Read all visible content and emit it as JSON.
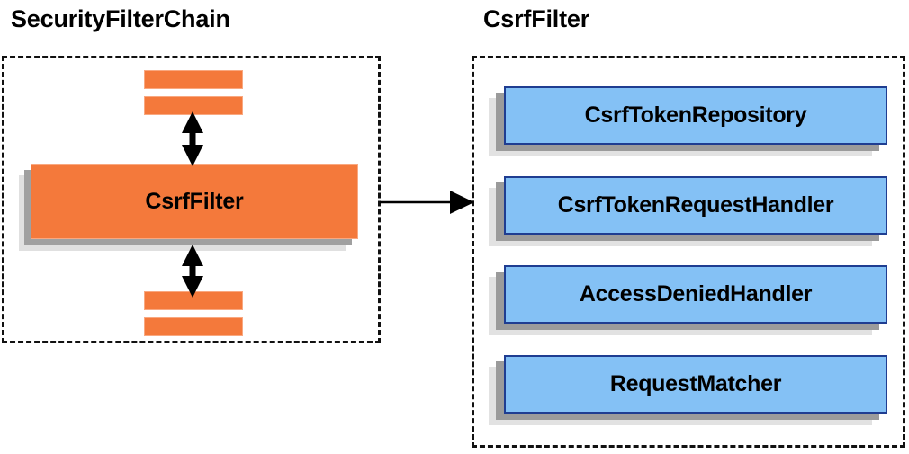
{
  "diagram": {
    "background_color": "#ffffff",
    "panels": [
      {
        "id": "security-filter-chain",
        "title": "SecurityFilterChain",
        "border_style": "dashed",
        "border_color": "#111111"
      },
      {
        "id": "csrf-filter",
        "title": "CsrfFilter",
        "border_style": "dashed",
        "border_color": "#111111"
      }
    ],
    "left_panel": {
      "top_bars": [
        {
          "label": "",
          "color": "#F4793B"
        },
        {
          "label": "",
          "color": "#F4793B"
        }
      ],
      "main_box": {
        "label": "CsrfFilter",
        "color": "#F4793B",
        "border_color": "#F9A880",
        "shadow_dark": "#A0A0A0",
        "shadow_light": "#E0E0E0"
      },
      "bottom_bars": [
        {
          "label": "",
          "color": "#F4793B"
        },
        {
          "label": "",
          "color": "#F4793B"
        }
      ],
      "connectors": [
        {
          "name": "top-double-arrow",
          "direction": "bidirectional"
        },
        {
          "name": "bottom-double-arrow",
          "direction": "bidirectional"
        }
      ]
    },
    "right_panel": {
      "boxes": [
        {
          "label": "CsrfTokenRepository",
          "color": "#84C1F5",
          "border_color": "#1F3D91"
        },
        {
          "label": "CsrfTokenRequestHandler",
          "color": "#84C1F5",
          "border_color": "#1F3D91"
        },
        {
          "label": "AccessDeniedHandler",
          "color": "#84C1F5",
          "border_color": "#1F3D91"
        },
        {
          "label": "RequestMatcher",
          "color": "#84C1F5",
          "border_color": "#1F3D91"
        }
      ]
    },
    "link_arrow": {
      "name": "csrffilter-expansion-arrow",
      "direction": "left-to-right",
      "color": "#000000"
    }
  }
}
